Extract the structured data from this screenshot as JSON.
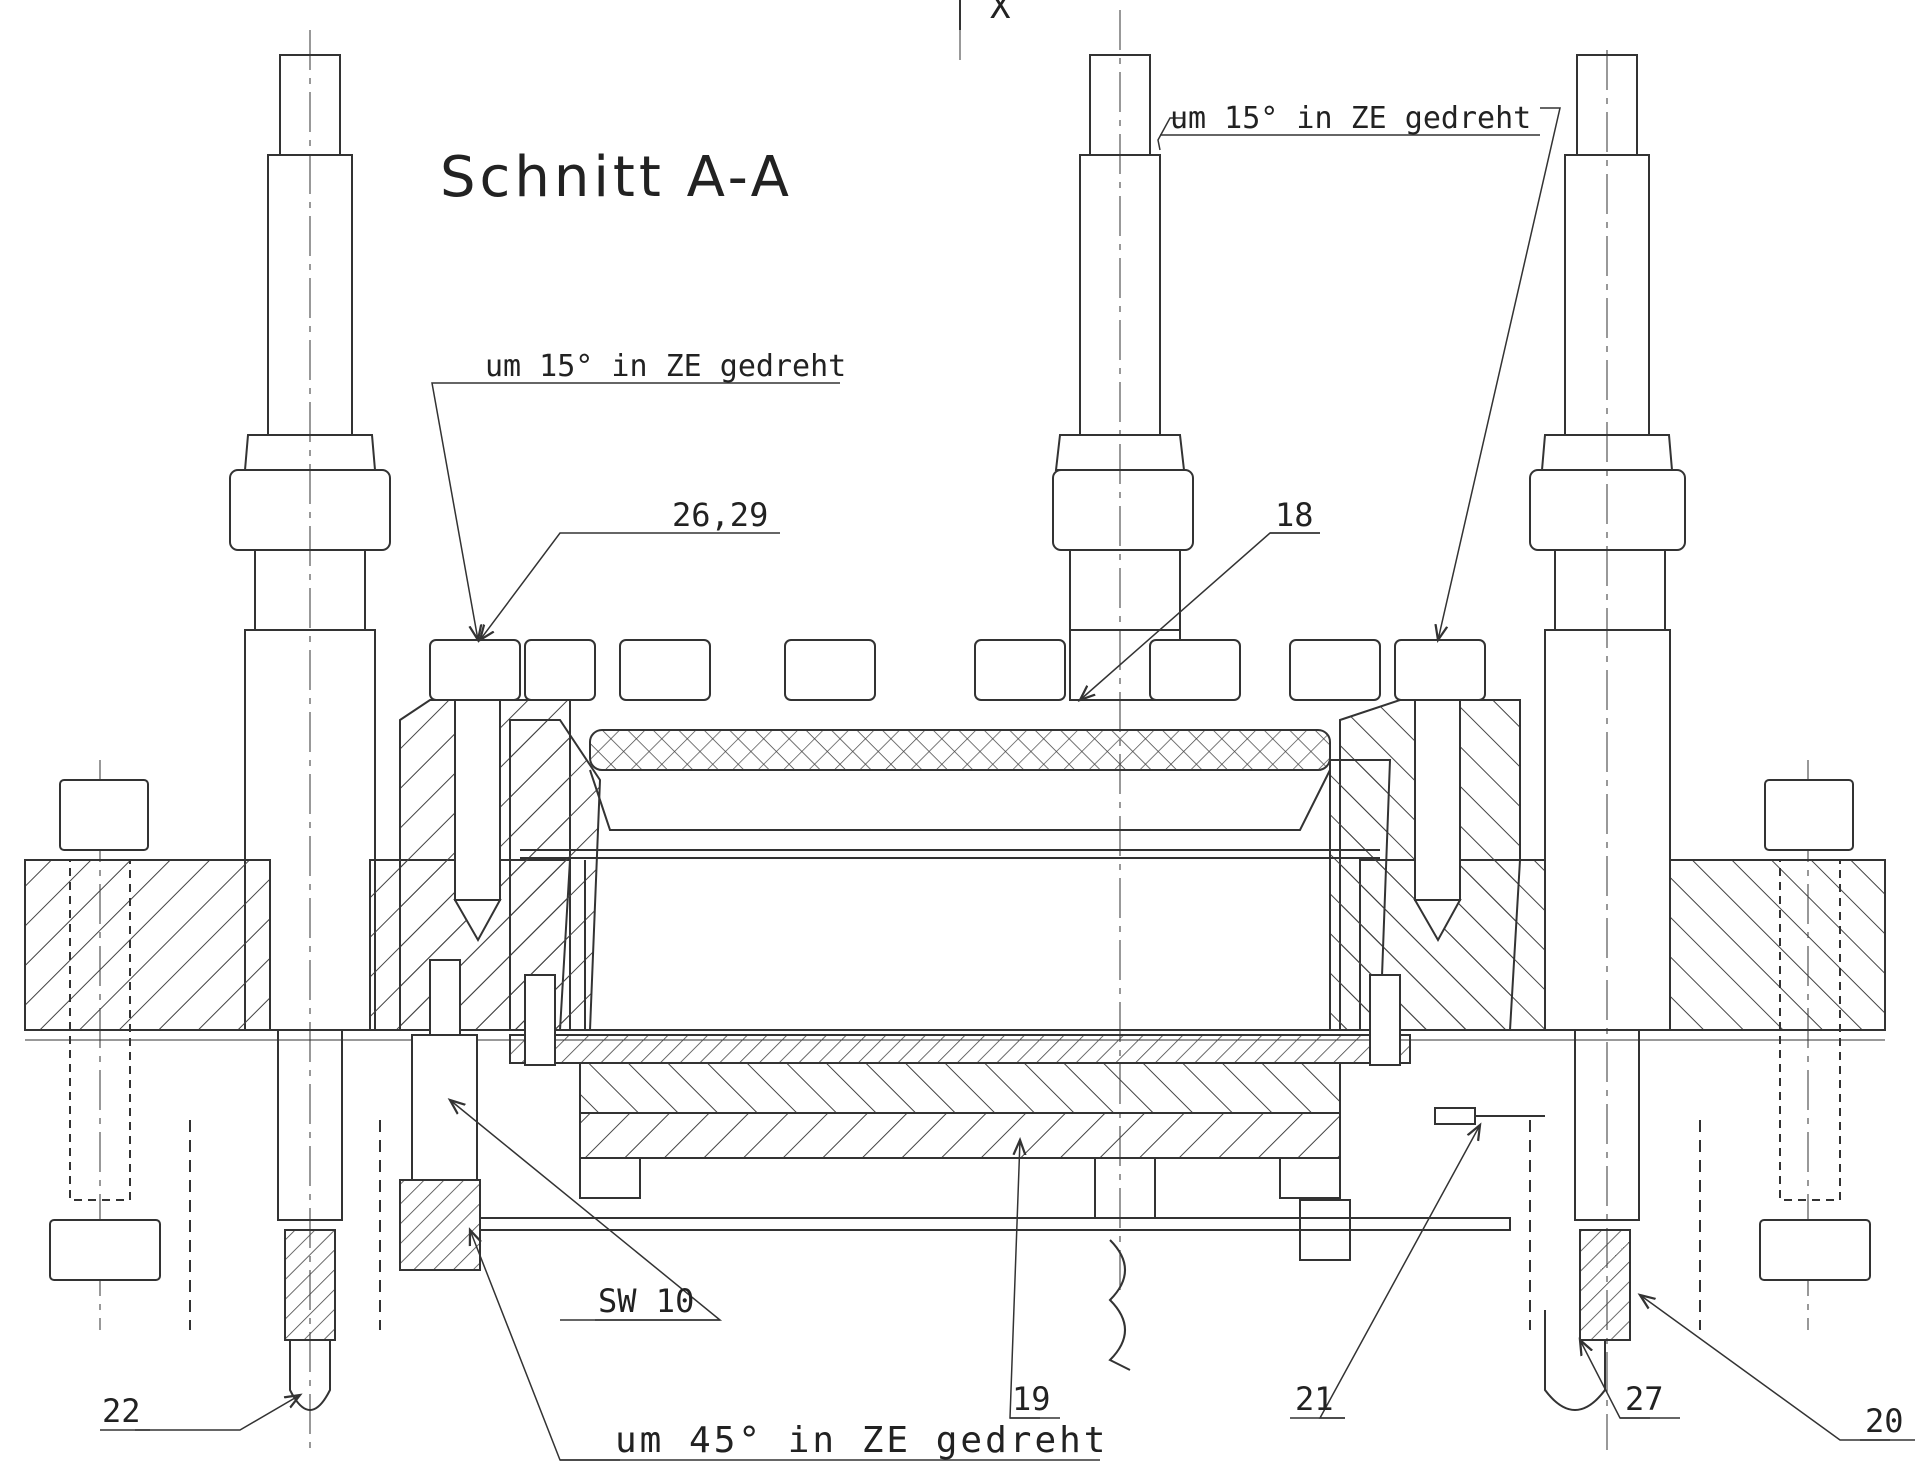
{
  "drawing": {
    "title": "Schnitt A-A",
    "top_marker": "X",
    "annotations": {
      "rot15_left": "um 15° in ZE gedreht",
      "rot15_right": "um 15° in ZE gedreht",
      "rot45": "um 45° in ZE gedreht",
      "wrench_size": "SW 10"
    },
    "part_numbers": {
      "p26_29": "26,29",
      "p18": "18",
      "p19": "19",
      "p20": "20",
      "p21": "21",
      "p22": "22",
      "p27": "27"
    },
    "colors": {
      "line": "#333333",
      "hatch": "#444444",
      "centerline": "#555555"
    }
  }
}
